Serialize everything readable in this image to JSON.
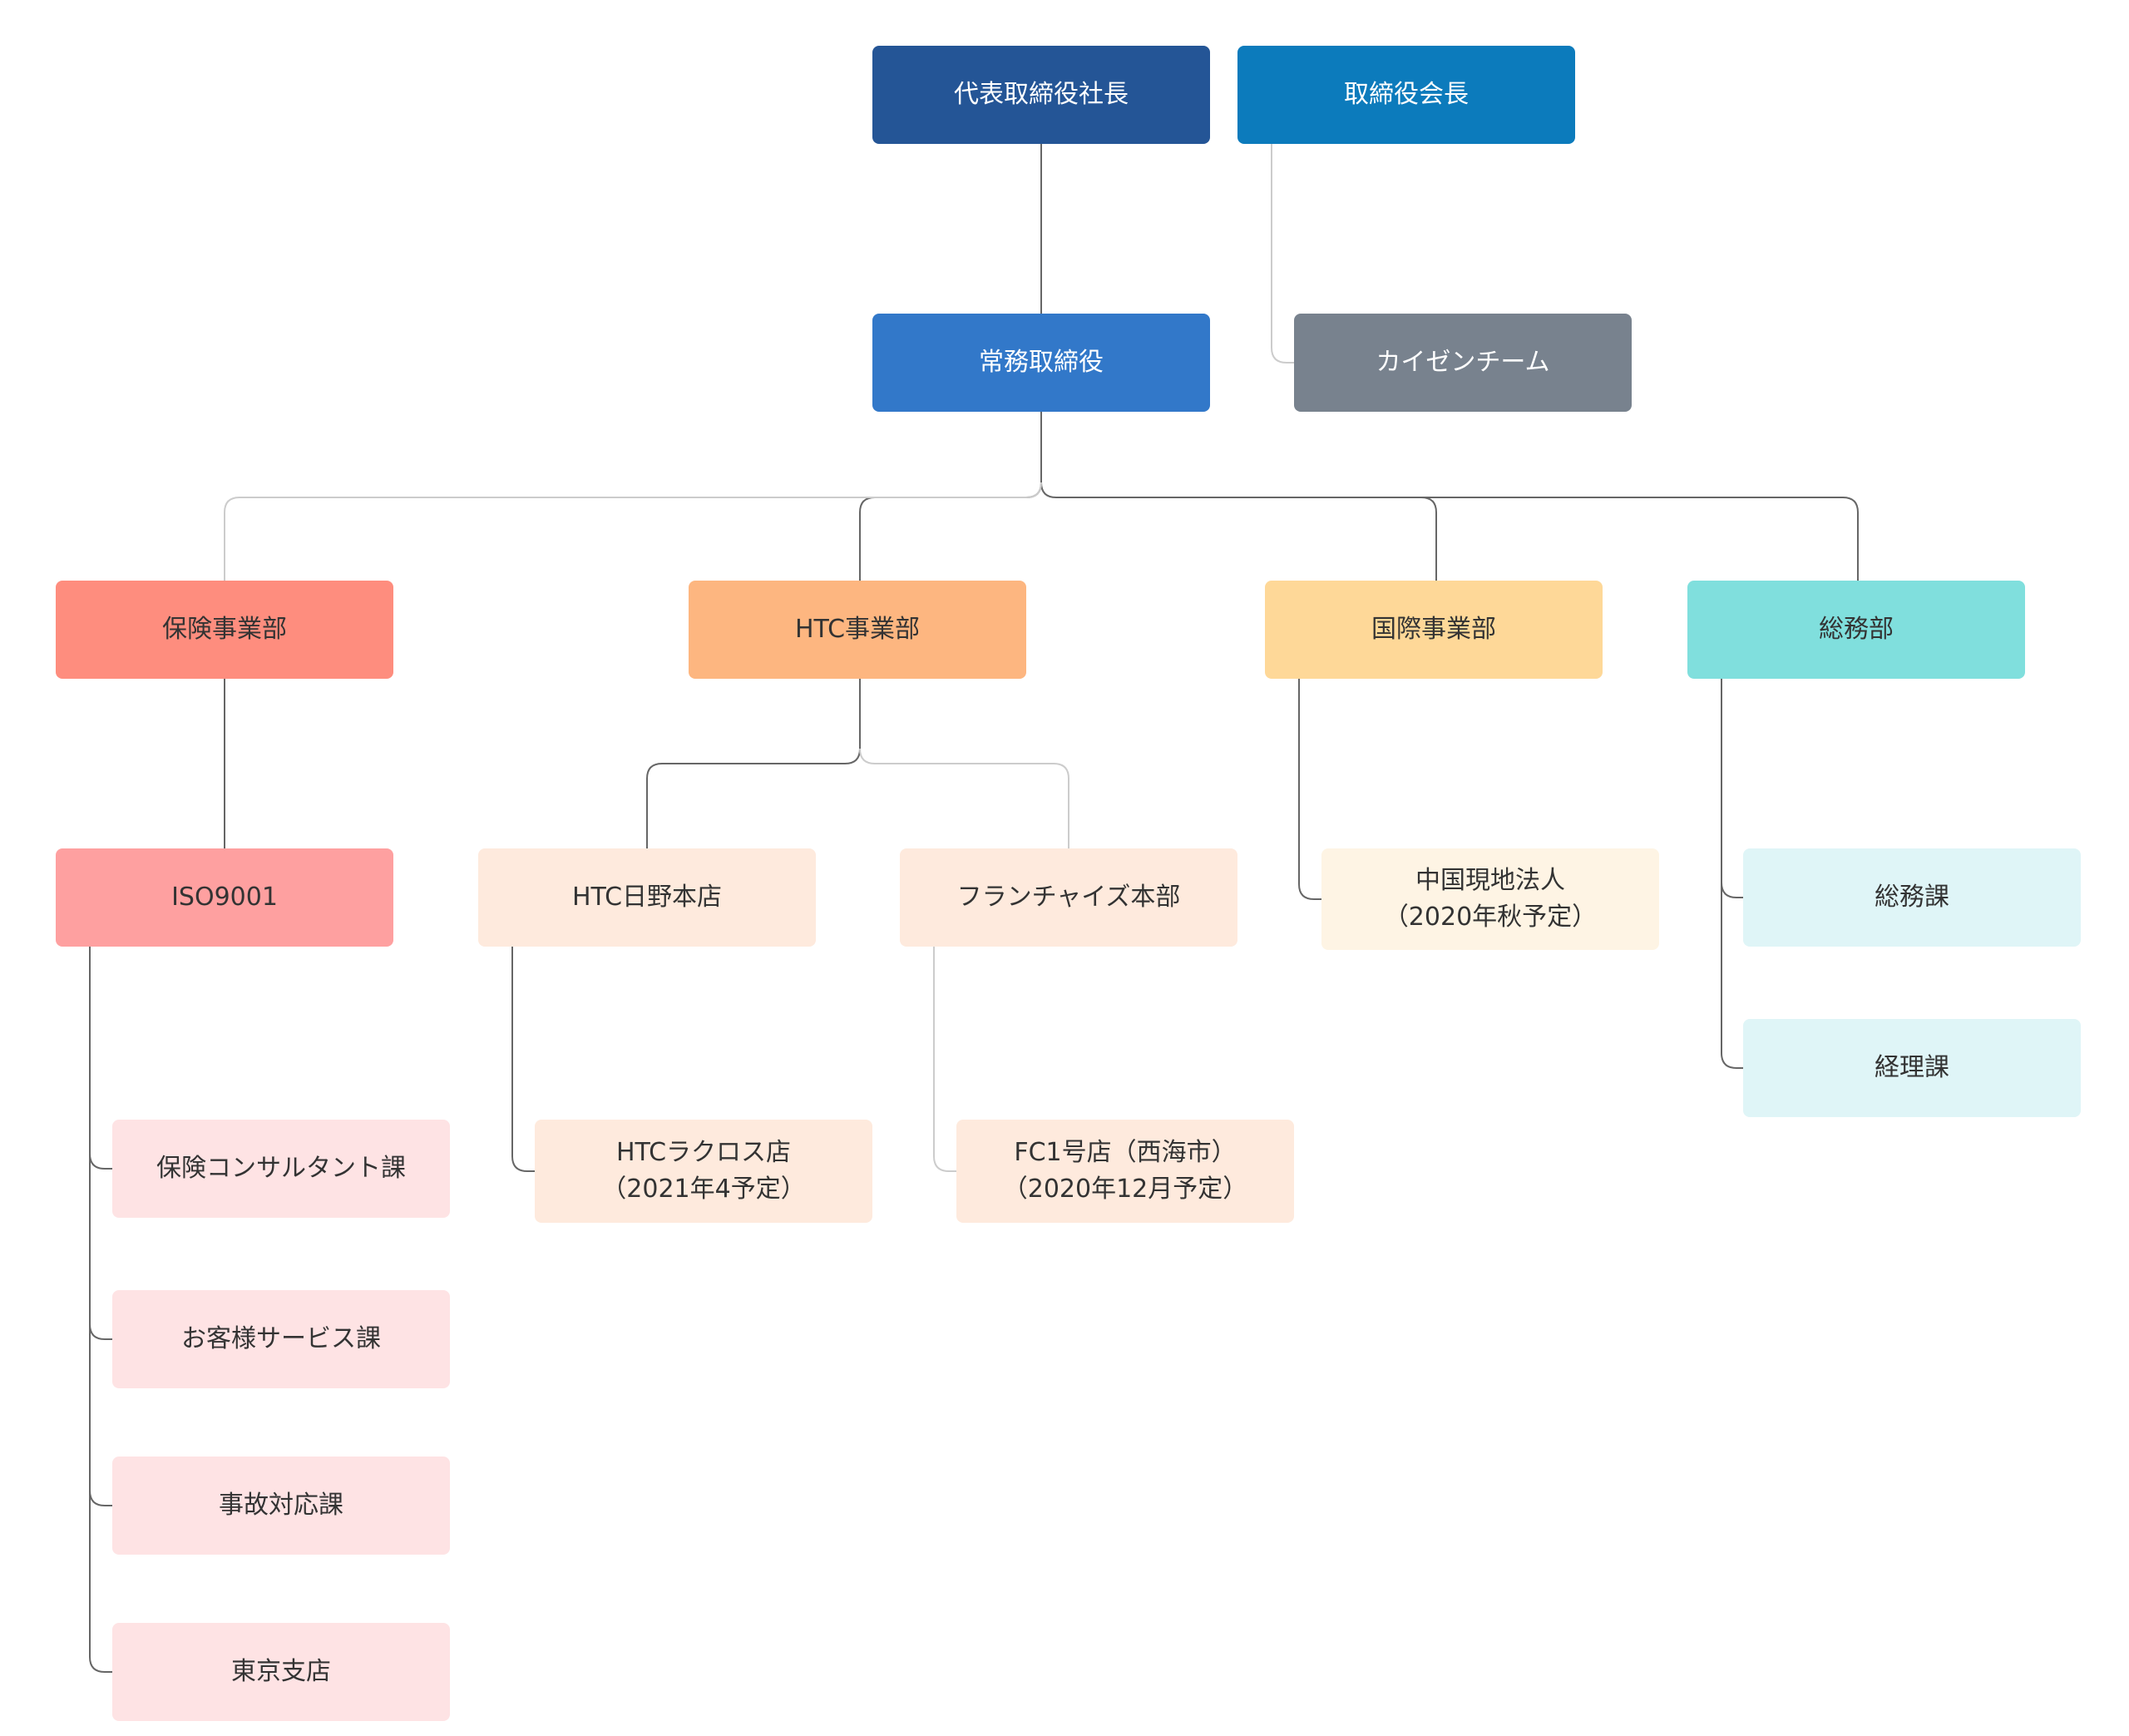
{
  "nodes": {
    "president": "代表取締役社長",
    "chairman": "取締役会長",
    "managing_director": "常務取締役",
    "kaizen_team": "カイゼンチーム",
    "insurance_division": "保険事業部",
    "htc_division": "HTC事業部",
    "international_division": "国際事業部",
    "general_affairs_department": "総務部",
    "iso9001": "ISO9001",
    "htc_hino_main_store": "HTC日野本店",
    "franchise_headquarters": "フランチャイズ本部",
    "china_subsidiary": "中国現地法人\n（2020年秋予定）",
    "general_affairs_section": "総務課",
    "accounting_section": "経理課",
    "insurance_consultant_section": "保険コンサルタント課",
    "htc_lacross_store": "HTCラクロス店\n（2021年4予定）",
    "fc1_store": "FC1号店（西海市）\n（2020年12月予定）",
    "customer_service_section": "お客様サービス課",
    "accident_response_section": "事故対応課",
    "tokyo_branch": "東京支店"
  },
  "colors": {
    "president": "#245596",
    "chairman": "#0c7bbc",
    "managing_director": "#3278c9",
    "kaizen_team": "#78828e",
    "insurance": "#fe8d7e",
    "htc": "#fdb680",
    "international": "#fed898",
    "general_affairs": "#80dfdd",
    "connector": "#666666",
    "connector_light": "#cccccc"
  }
}
